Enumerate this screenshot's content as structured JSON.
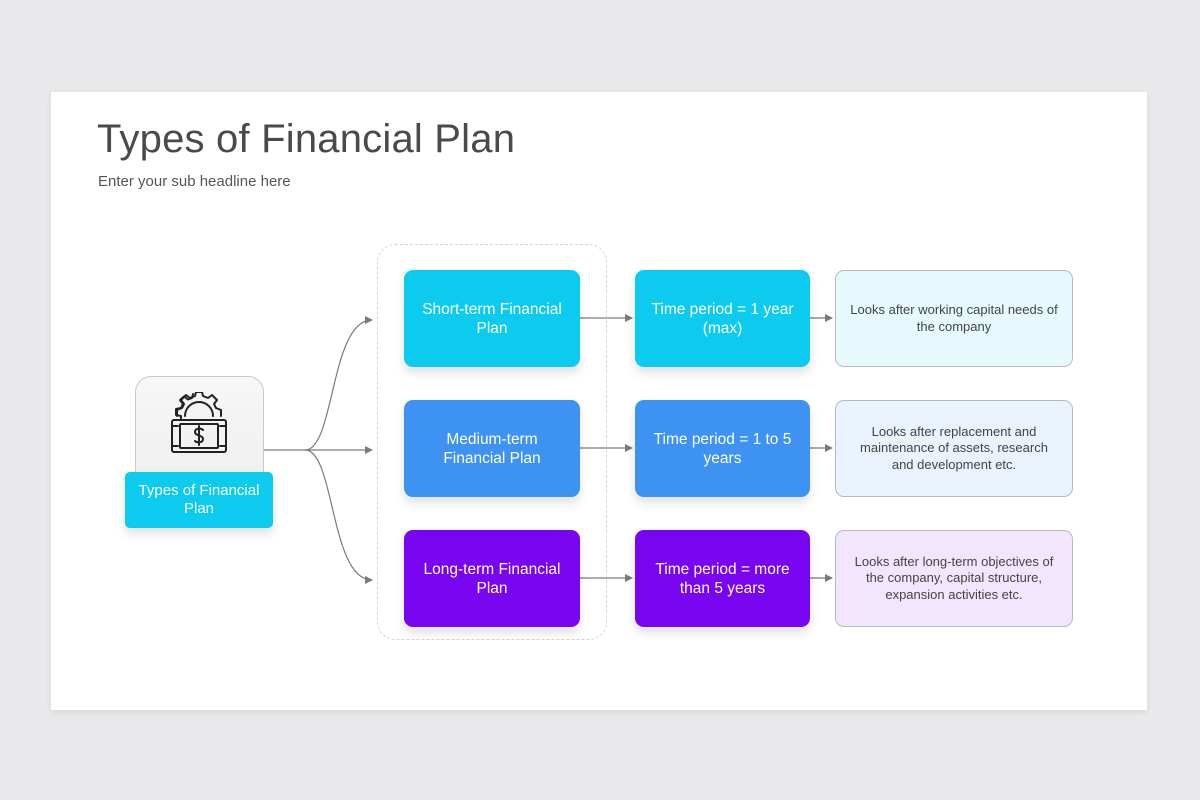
{
  "title": "Types of Financial Plan",
  "subtitle": "Enter your sub headline here",
  "root": {
    "label": "Types of Financial Plan",
    "icon": "money-gear-icon",
    "color": "#0ccbee"
  },
  "rows": [
    {
      "plan": "Short-term Financial Plan",
      "period": "Time period = 1 year (max)",
      "description": "Looks after working capital needs of the company",
      "color": "#0ccbee",
      "desc_bg": "#e6f9fd"
    },
    {
      "plan": "Medium-term Financial Plan",
      "period": "Time period = 1 to 5 years",
      "description": "Looks after replacement and maintenance of assets, research and development etc.",
      "color": "#3d92f2",
      "desc_bg": "#eaf2fd"
    },
    {
      "plan": "Long-term Financial Plan",
      "period": "Time period = more than 5 years",
      "description": "Looks after long-term objectives of the company, capital structure, expansion activities etc.",
      "color": "#7804f0",
      "desc_bg": "#f1e6fd"
    }
  ],
  "connector_color": "#7a7a7a"
}
